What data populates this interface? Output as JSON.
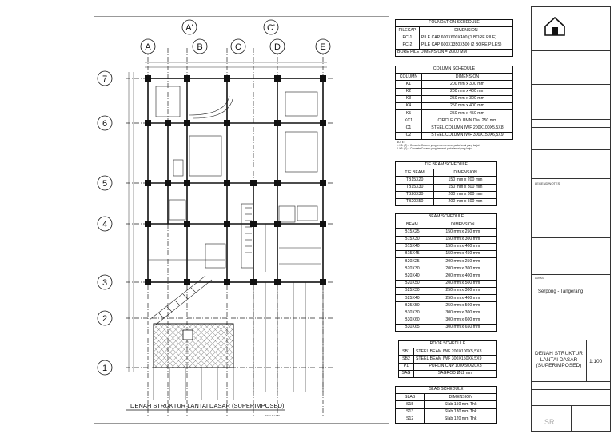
{
  "plan": {
    "title": "DENAH STRUKTUR LANTAI DASAR (SUPERIMPOSED)",
    "scale": "SKALA 1:100",
    "grid_cols": [
      "A",
      "A'",
      "B",
      "C",
      "C'",
      "D",
      "E"
    ],
    "grid_rows": [
      "7",
      "6",
      "5",
      "4",
      "3",
      "2",
      "1"
    ]
  },
  "foundation": {
    "title": "FOUNDATION SCHEDULE",
    "headers": [
      "PILECAP",
      "DIMENSION"
    ],
    "rows": [
      [
        "PC-1",
        "PILE CAP 600X600X400 (1 BORE PILE)"
      ],
      [
        "PC-2",
        "PILE CAP 600X1350X500 (2 BORE PILES)"
      ]
    ],
    "footer": "BORE PILE DIMENSION = Ø300 MM"
  },
  "column": {
    "title": "COLUMN SCHEDULE",
    "headers": [
      "COLUMN",
      "DIMENSION"
    ],
    "rows": [
      [
        "K1",
        "200 mm x 300 mm"
      ],
      [
        "K2",
        "200 mm x 400 mm"
      ],
      [
        "K3",
        "250 mm x 300 mm"
      ],
      [
        "K4",
        "250 mm x 400 mm"
      ],
      [
        "K5",
        "250 mm x 450 mm"
      ],
      [
        "KC1",
        "CIRCLE COLUMN Dia. 250 mm"
      ],
      [
        "C1",
        "STEEL COLUMN IWF 200X100X5,5X8"
      ],
      [
        "C2",
        "STEEL COLUMN IWF 300X150X6,5X9"
      ]
    ],
    "notes": [
      "NOTE:",
      "1.   K3: (T) = Concrete Column yang terus menerus pada lantai yang lanjut",
      "2.   K3: (E) = Concrete Column yang berhenti pada lantai yang lanjut"
    ]
  },
  "tiebeam": {
    "title": "TIE BEAM SCHEDULE",
    "headers": [
      "TIE BEAM",
      "DIMENSION"
    ],
    "rows": [
      [
        "TB15X20",
        "150 mm x 200 mm"
      ],
      [
        "TB15X30",
        "150 mm x 300 mm"
      ],
      [
        "TB20X30",
        "200 mm x 300 mm"
      ],
      [
        "TB20X50",
        "200 mm x 500 mm"
      ]
    ]
  },
  "beam": {
    "title": "BEAM SCHEDULE",
    "headers": [
      "BEAM",
      "DIMENSION"
    ],
    "rows": [
      [
        "B15X25",
        "150 mm x 250 mm"
      ],
      [
        "B15X30",
        "150 mm x 300 mm"
      ],
      [
        "B15X40",
        "150 mm x 400 mm"
      ],
      [
        "B15X45",
        "150 mm x 450 mm"
      ],
      [
        "B20X25",
        "200 mm x 250 mm"
      ],
      [
        "B20X30",
        "200 mm x 300 mm"
      ],
      [
        "B20X40",
        "200 mm x 400 mm"
      ],
      [
        "B20X50",
        "200 mm x 500 mm"
      ],
      [
        "B25X30",
        "250 mm x 300 mm"
      ],
      [
        "B25X40",
        "250 mm x 400 mm"
      ],
      [
        "B25X50",
        "250 mm x 500 mm"
      ],
      [
        "B30X30",
        "300 mm x 300 mm"
      ],
      [
        "B30X60",
        "300 mm x 600 mm"
      ],
      [
        "B30X65",
        "300 mm x 650 mm"
      ]
    ]
  },
  "roof": {
    "title": "ROOF SCHEDULE",
    "rows": [
      [
        "SB1",
        "STEEL BEAM IWF 200X100X5,5X8"
      ],
      [
        "SB2",
        "STEEL BEAM IWF 300X150X6,5X9"
      ],
      [
        "P1",
        "PURLIN CNP 100X50X20X3"
      ],
      [
        "SAG",
        "SAGROD Ø12 mm"
      ]
    ]
  },
  "slab": {
    "title": "SLAB SCHEDULE",
    "headers": [
      "SLAB",
      "DIMENSION"
    ],
    "rows": [
      [
        "S15",
        "Slab 150 mm Thk"
      ],
      [
        "S13",
        "Slab 130 mm Thk"
      ],
      [
        "S12",
        "Slab 120 mm Thk"
      ]
    ]
  },
  "titleblock": {
    "legend": "LEGEND/NOTES",
    "lokasi": "LOKASI",
    "location": "Serpong - Tangerang",
    "drawing_title": "DENAH STRUKTUR LANTAI DASAR (SUPERIMPOSED)",
    "scale": "1:100",
    "initials": "SR"
  }
}
